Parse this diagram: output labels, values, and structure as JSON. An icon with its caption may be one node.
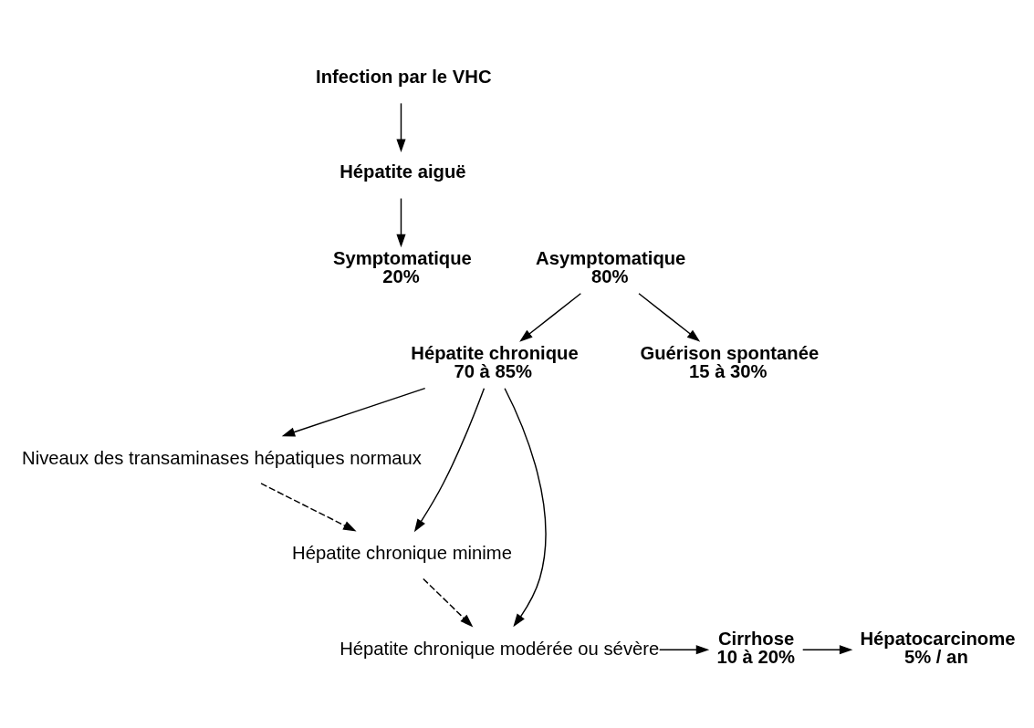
{
  "diagram": {
    "nodes": [
      {
        "text": [
          "Infection par le VHC"
        ]
      },
      {
        "text": [
          "Hépatite aiguë"
        ]
      },
      {
        "text": [
          "Symptomatique",
          "20%"
        ]
      },
      {
        "text": [
          "Asymptomatique",
          "80%"
        ]
      },
      {
        "text": [
          "Hépatite chronique",
          "70 à 85%"
        ]
      },
      {
        "text": [
          "Guérison spontanée",
          "15 à 30%"
        ]
      },
      {
        "text": [
          "Niveaux des transaminases hépatiques normaux"
        ]
      },
      {
        "text": [
          "Hépatite chronique minime"
        ]
      },
      {
        "text": [
          "Hépatite chronique modérée ou sévère"
        ]
      },
      {
        "text": [
          "Cirrhose",
          "10 à 20%"
        ]
      },
      {
        "text": [
          "Hépatocarcinome",
          "5% / an"
        ]
      }
    ],
    "edges": [
      {
        "from": 0,
        "to": 1,
        "arrow": "to"
      },
      {
        "from": 1,
        "to": 2,
        "arrow": "to"
      },
      {
        "from": 3,
        "to": 4,
        "arrow": "to"
      },
      {
        "from": 3,
        "to": 5,
        "arrow": "to"
      },
      {
        "from": 4,
        "to": 6,
        "arrow": "to"
      },
      {
        "from": 4,
        "to": 7,
        "arrow": "to"
      },
      {
        "from": 4,
        "to": 8,
        "arrow": "to"
      },
      {
        "from": 6,
        "to": 7,
        "arrow": "to",
        "style": "dashed"
      },
      {
        "from": 7,
        "to": 8,
        "arrow": "to",
        "style": "dashed"
      },
      {
        "from": 8,
        "to": 9,
        "arrow": "to"
      },
      {
        "from": 9,
        "to": 10,
        "arrow": "to"
      }
    ]
  }
}
